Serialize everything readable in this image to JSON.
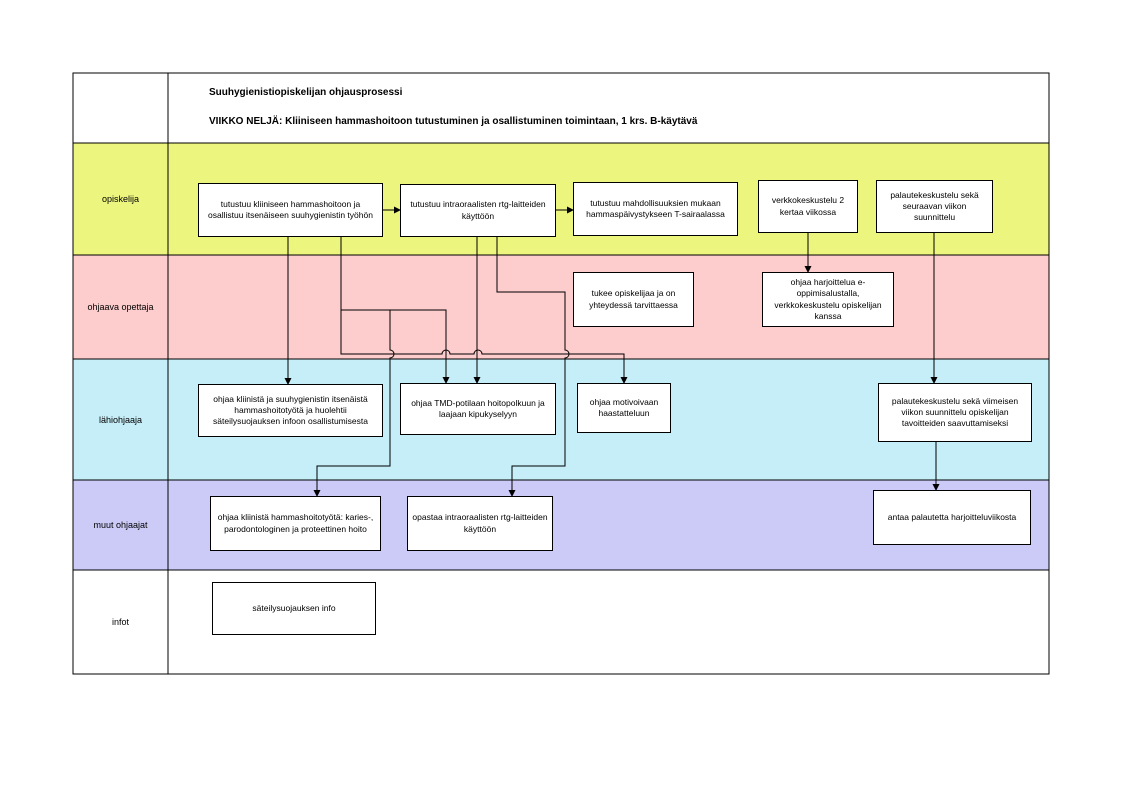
{
  "header": {
    "title": "Suuhygienistiopiskelijan ohjausprosessi",
    "subtitle": "VIIKKO NELJÄ: Kliiniseen hammashoitoon tutustuminen ja osallistuminen toimintaan, 1 krs. B-käytävä"
  },
  "lanes": [
    {
      "label": "opiskelija",
      "color": "#ecf57e"
    },
    {
      "label": "ohjaava opettaja",
      "color": "#fdcccc"
    },
    {
      "label": "lähiohjaaja",
      "color": "#c5eef8"
    },
    {
      "label": "muut ohjaajat",
      "color": "#cccbf8"
    },
    {
      "label": "infot",
      "color": "#ffffff"
    }
  ],
  "boxes": {
    "b1": "tutustuu kliiniseen hammashoitoon ja osallistuu itsenäiseen suuhygienistin työhön",
    "b2": "tutustuu intraoraalisten rtg-laitteiden käyttöön",
    "b3": "tutustuu mahdollisuuksien mukaan hammaspäivystykseen T-sairaalassa",
    "b4": "verkkokeskustelu 2 kertaa viikossa",
    "b5": "palautekeskustelu sekä seuraavan viikon suunnittelu",
    "b6": "tukee opiskelijaa ja on yhteydessä tarvittaessa",
    "b7": "ohjaa harjoittelua e-oppimisalustalla, verkkokeskustelu opiskelijan kanssa",
    "b8": "ohjaa kliinistä ja suuhygienistin itsenäistä hammashoitotyötä ja huolehtii säteilysuojauksen infoon osallistumisesta",
    "b9": "ohjaa TMD-potilaan hoitopolkuun ja laajaan kipukyselyyn",
    "b10": "ohjaa motivoivaan haastatteluun",
    "b11": "palautekeskustelu sekä viimeisen viikon suunnittelu opiskelijan tavoitteiden saavuttamiseksi",
    "b12": "ohjaa kliinistä hammashoitotyötä: karies-, parodontologinen ja proteettinen hoito",
    "b13": "opastaa intraoraalisten rtg-laitteiden käyttöön",
    "b14": "antaa palautetta harjoitteluviikosta",
    "b15": "säteilysuojauksen info"
  }
}
